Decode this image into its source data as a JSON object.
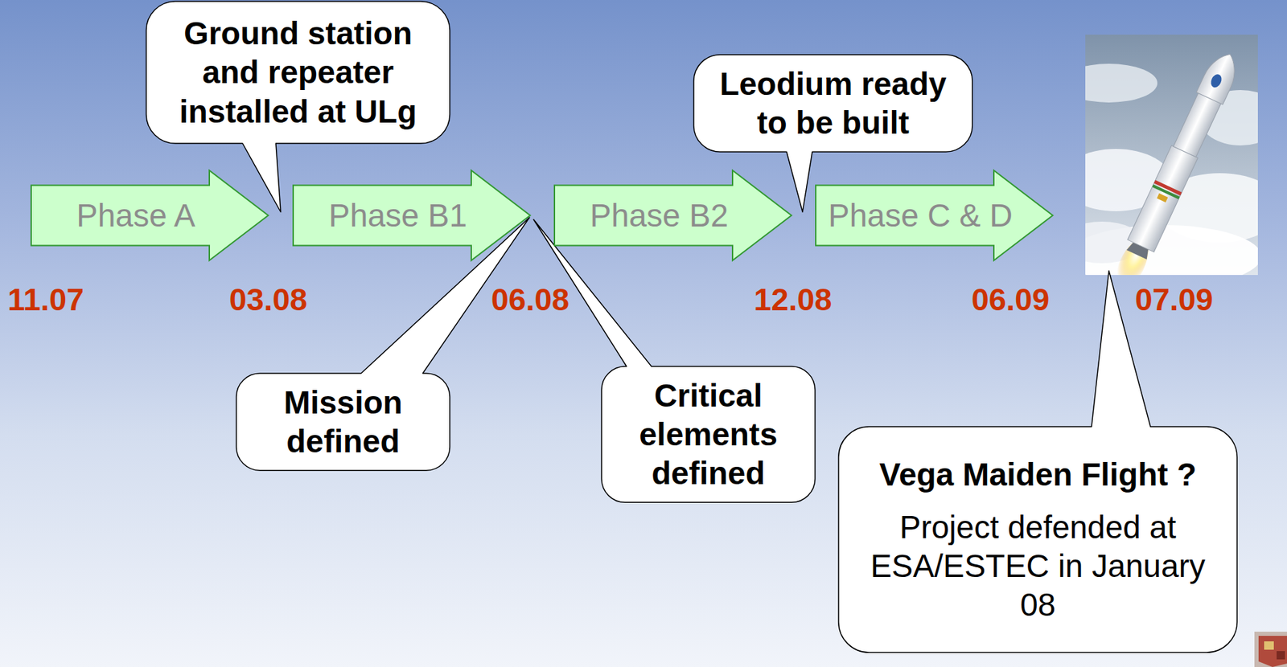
{
  "diagram": {
    "nodes": [
      {
        "text": [
          "Phase A"
        ]
      },
      {
        "text": [
          "Ground station and repeater installed at ULg"
        ]
      },
      {
        "text": [
          "Phase B1"
        ]
      },
      {
        "text": [
          "Mission defined"
        ]
      },
      {
        "text": [
          "Critical elements defined"
        ]
      },
      {
        "text": [
          "Phase B2"
        ]
      },
      {
        "text": [
          "Leodium ready to be built"
        ]
      },
      {
        "text": [
          "Phase C & D"
        ]
      },
      {
        "text": [
          "Vega Maiden Flight ?",
          "Project defended at ESA/ESTEC in January 08"
        ]
      }
    ],
    "labels": [
      "11.07",
      "03.08",
      "06.08",
      "12.08",
      "06.09",
      "07.09"
    ]
  }
}
